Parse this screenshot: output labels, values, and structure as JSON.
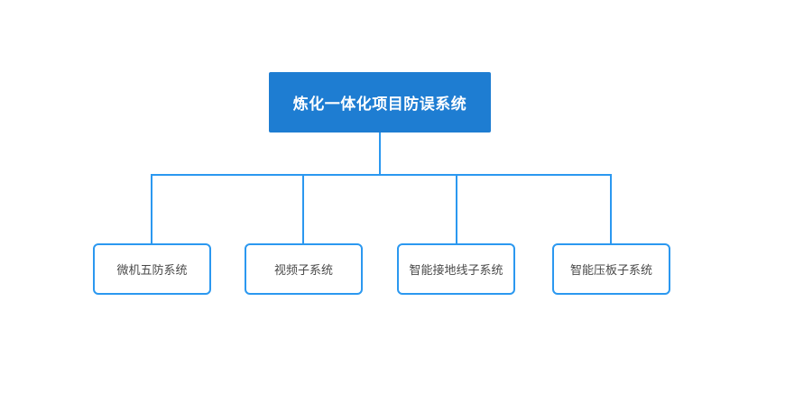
{
  "diagram": {
    "type": "org-chart",
    "root": {
      "label": "炼化一体化项目防误系统"
    },
    "children": [
      {
        "label": "微机五防系统"
      },
      {
        "label": "视频子系统"
      },
      {
        "label": "智能接地线子系统"
      },
      {
        "label": "智能压板子系统"
      }
    ]
  },
  "colors": {
    "root_fill": "#1e7dd2",
    "root_text": "#ffffff",
    "line_color": "#2b98f0",
    "child_border": "#2b98f0",
    "child_text": "#4a4a4a",
    "background": "#ffffff"
  }
}
